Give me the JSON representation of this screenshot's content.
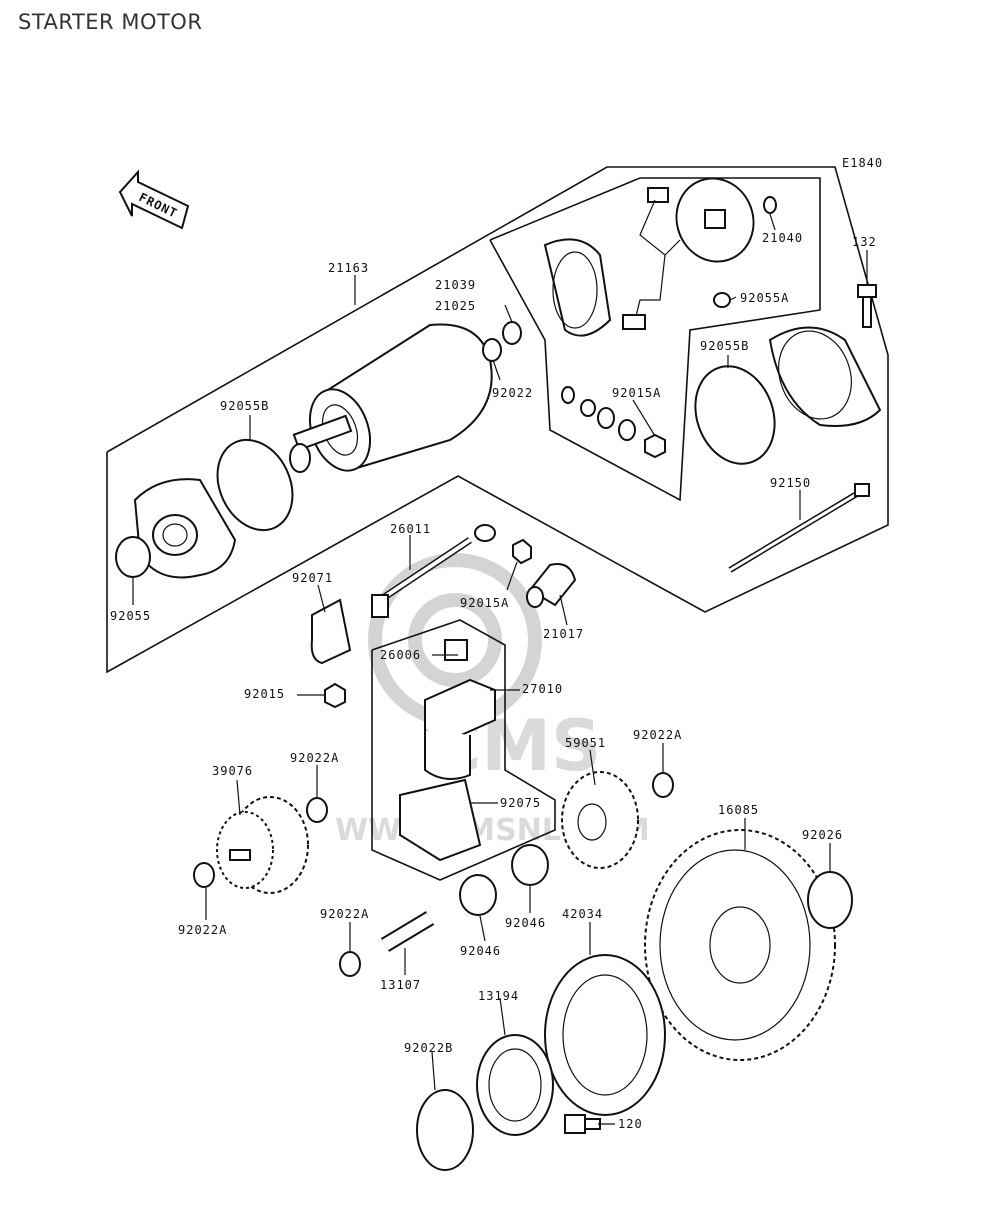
{
  "title": "STARTER MOTOR",
  "diagram_code": "E1840",
  "front_label": "FRONT",
  "watermark": {
    "logo": "CMS",
    "site": "WWW.CMSNL.COM"
  },
  "parts": {
    "p21163": "21163",
    "p21039": "21039",
    "p21025": "21025",
    "p21040": "21040",
    "p92055A": "92055A",
    "p132": "132",
    "p92055B_top": "92055B",
    "p92055B_left": "92055B",
    "p92022_top": "92022",
    "p92015A_top": "92015A",
    "p92150": "92150",
    "p26011": "26011",
    "p92071": "92071",
    "p92015A_mid": "92015A",
    "p21017": "21017",
    "p92055": "92055",
    "p26006": "26006",
    "p27010": "27010",
    "p92015": "92015",
    "p92022A_left": "92022A",
    "p59051": "59051",
    "p92022A_right": "92022A",
    "p39076": "39076",
    "p92075": "92075",
    "p16085": "16085",
    "p92026": "92026",
    "p92022A_bl": "92022A",
    "p92022A_c": "92022A",
    "p92046_a": "92046",
    "p92046_b": "92046",
    "p42034": "42034",
    "p13107": "13107",
    "p13194": "13194",
    "p92022B": "92022B",
    "p120": "120"
  }
}
